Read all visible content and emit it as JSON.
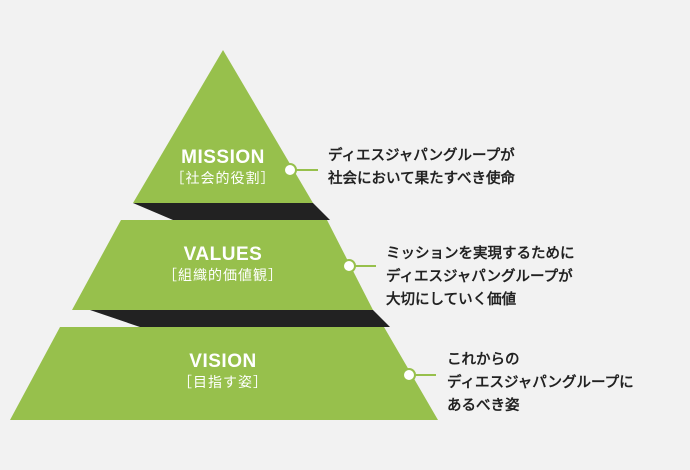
{
  "colors": {
    "background": "#f2f2f2",
    "tier_fill": "#97c04c",
    "band_fill": "#222222",
    "connector": "#97c04c",
    "marker_fill": "#ffffff",
    "text_dark": "#222222",
    "text_light": "#ffffff"
  },
  "tiers": [
    {
      "id": "mission",
      "title": "MISSION",
      "subtitle": "［社会的役割］",
      "description_lines": [
        "ディエスジャパングループが",
        "社会において果たすべき使命"
      ]
    },
    {
      "id": "values",
      "title": "VALUES",
      "subtitle": "［組織的価値観］",
      "description_lines": [
        "ミッションを実現するために",
        "ディエスジャパングループが",
        "大切にしていく価値"
      ]
    },
    {
      "id": "vision",
      "title": "VISION",
      "subtitle": "［目指す姿］",
      "description_lines": [
        "これからの",
        "ディエスジャパングループに",
        "あるべき姿"
      ]
    }
  ]
}
